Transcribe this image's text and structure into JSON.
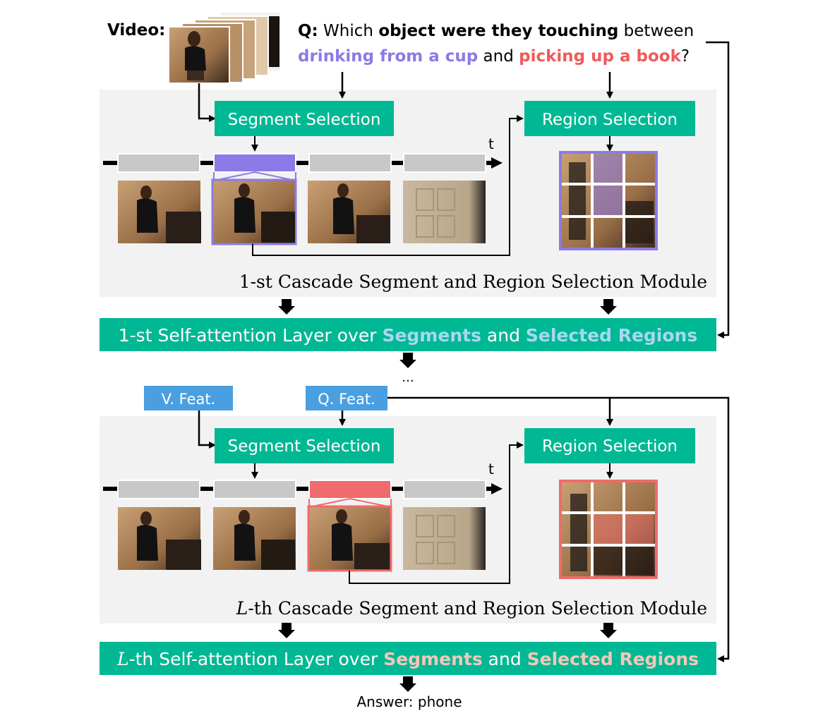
{
  "video_label": "Video:",
  "question": {
    "prefix": "Q:",
    "part1": " Which ",
    "bold1": "object were they touching",
    "part2": " between",
    "event1": "drinking from a cup",
    "and": " and ",
    "event2": "picking up a book",
    "suffix": "?"
  },
  "colors": {
    "green": "#00b894",
    "panel": "#f2f2f2",
    "purple": "#8c7ae6",
    "red": "#f06b6b",
    "blue": "#4a9fe0",
    "gray_segment": "#c8c8c8",
    "seg_highlight_1": "#a7d8f0",
    "seg_highlight_L": "#f5c7b8"
  },
  "segment_selection_label": "Segment Selection",
  "region_selection_label": "Region Selection",
  "time_label": "t",
  "module1": {
    "prefix": "1-st",
    "rest": " Cascade Segment and Region Selection Module"
  },
  "layer1": {
    "prefix": "1-st",
    "mid": " Self-attention Layer over ",
    "segments": "Segments",
    "and": " and ",
    "regions": "Selected Regions"
  },
  "ellipsis": "...",
  "v_feat": "V. Feat.",
  "q_feat": "Q. Feat.",
  "moduleL": {
    "prefix": "L",
    "rest": "-th Cascade Segment and Region Selection Module"
  },
  "layerL": {
    "prefix": "L",
    "mid": "-th Self-attention Layer over ",
    "segments": "Segments",
    "and": " and ",
    "regions": "Selected Regions"
  },
  "answer": "Answer: phone"
}
